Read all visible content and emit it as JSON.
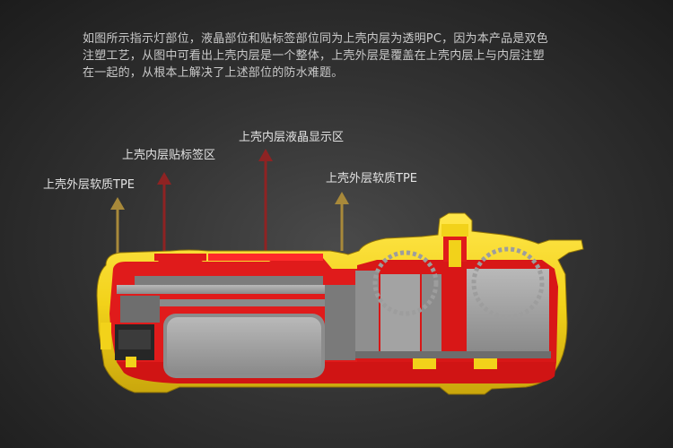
{
  "description": {
    "line1": "如图所示指示灯部位，液晶部位和贴标签部位同为上壳内层为透明PC，因为本产品是双色",
    "line2": "注塑工艺，从图中可看出上壳内层是一个整体，上壳外层是覆盖在上壳内层上与内层注塑",
    "line3": "在一起的，从根本上解决了上述部位的防水难题。"
  },
  "labels": {
    "outer_left": "上壳外层软质TPE",
    "label_area": "上壳内层贴标签区",
    "lcd_area": "上壳内层液晶显示区",
    "outer_right": "上壳外层软质TPE"
  },
  "colors": {
    "outer_shell": "#f2d21a",
    "inner_shell": "#e01b1b",
    "internal_parts": "#9a9a9a",
    "arrow_outer": "#a8893a",
    "arrow_inner": "#8e2323"
  }
}
